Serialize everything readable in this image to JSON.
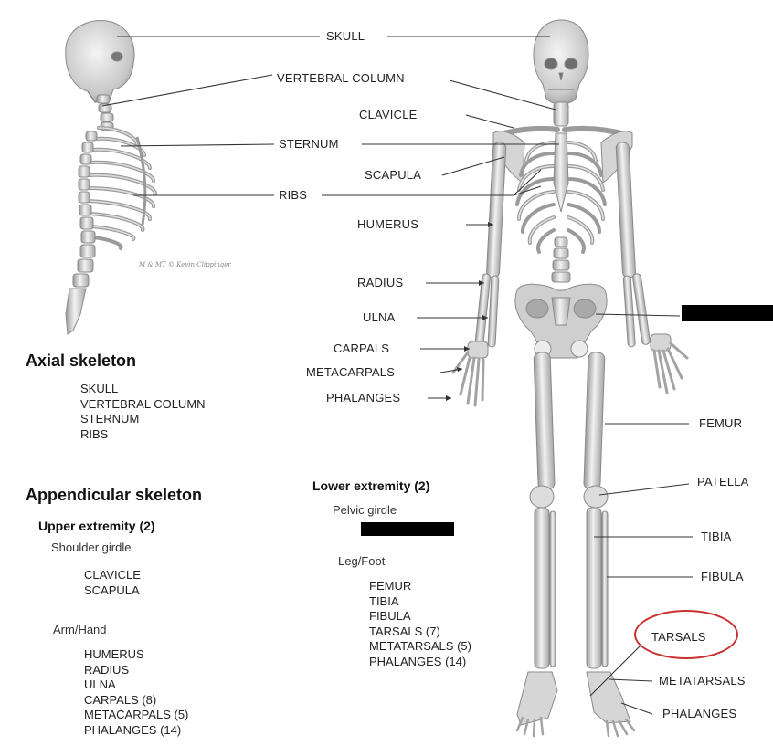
{
  "labels": {
    "skull": "SKULL",
    "vertebral_column": "VERTEBRAL COLUMN",
    "clavicle": "CLAVICLE",
    "sternum": "STERNUM",
    "scapula": "SCAPULA",
    "ribs": "RIBS",
    "humerus": "HUMERUS",
    "radius": "RADIUS",
    "ulna": "ULNA",
    "carpals": "CARPALS",
    "metacarpals": "METACARPALS",
    "phalanges_hand": "PHALANGES",
    "femur": "FEMUR",
    "patella": "PATELLA",
    "tibia": "TIBIA",
    "fibula": "FIBULA",
    "tarsals": "TARSALS",
    "metatarsals": "METATARSALS",
    "phalanges_foot": "PHALANGES"
  },
  "signature": "M & MT © Kevin Clippinger",
  "axial": {
    "title": "Axial skeleton",
    "items": [
      "SKULL",
      "VERTEBRAL COLUMN",
      "STERNUM",
      "RIBS"
    ]
  },
  "appendicular": {
    "title": "Appendicular skeleton",
    "upper": {
      "title": "Upper extremity (2)",
      "girdle": "Shoulder girdle",
      "girdle_items": [
        "CLAVICLE",
        "SCAPULA"
      ],
      "limb": "Arm/Hand",
      "limb_items": [
        "HUMERUS",
        "RADIUS",
        "ULNA",
        "CARPALS (8)",
        "METACARPALS (5)",
        "PHALANGES (14)"
      ]
    },
    "lower": {
      "title": "Lower extremity (2)",
      "girdle": "Pelvic girdle",
      "limb": "Leg/Foot",
      "limb_items": [
        "FEMUR",
        "TIBIA",
        "FIBULA",
        "TARSALS (7)",
        "METATARSALS (5)",
        "PHALANGES (14)"
      ]
    }
  }
}
